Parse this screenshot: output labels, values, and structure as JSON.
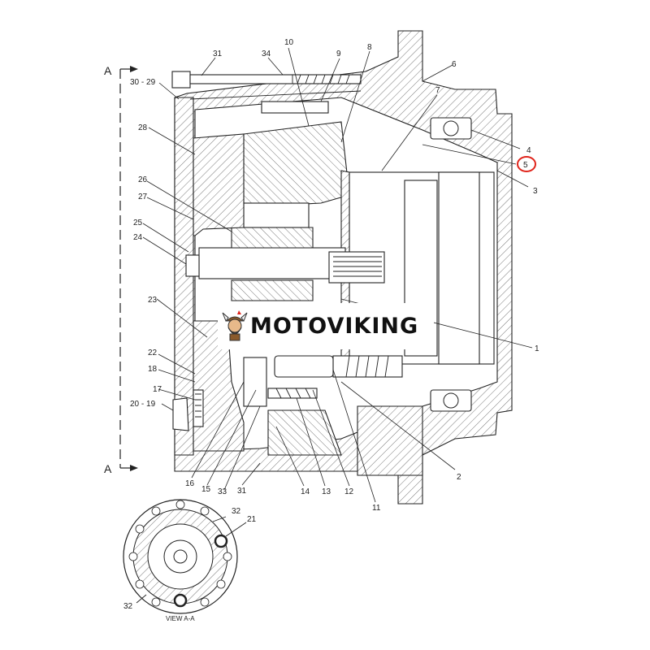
{
  "section_marker": "A",
  "labels": {
    "l31a": "31",
    "l34": "34",
    "l10": "10",
    "l9": "9",
    "l8": "8",
    "l6": "6",
    "l7": "7",
    "l4": "4",
    "l5": "5",
    "l3": "3",
    "l30_29": "30 - 29",
    "l28": "28",
    "l26": "26",
    "l27": "27",
    "l25": "25",
    "l24": "24",
    "l23": "23",
    "l1": "1",
    "l22": "22",
    "l18": "18",
    "l17": "17",
    "l20_19": "20 - 19",
    "l2": "2",
    "l16": "16",
    "l15": "15",
    "l33": "33",
    "l31b": "31",
    "l14": "14",
    "l13": "13",
    "l12": "12",
    "l11": "11",
    "l32a": "32",
    "l21": "21",
    "l32b": "32"
  },
  "view_label": "VIEW A-A",
  "highlighted_part": "5",
  "highlight_color": "#e0241b",
  "watermark": {
    "brand": "MOTOVIKING"
  }
}
